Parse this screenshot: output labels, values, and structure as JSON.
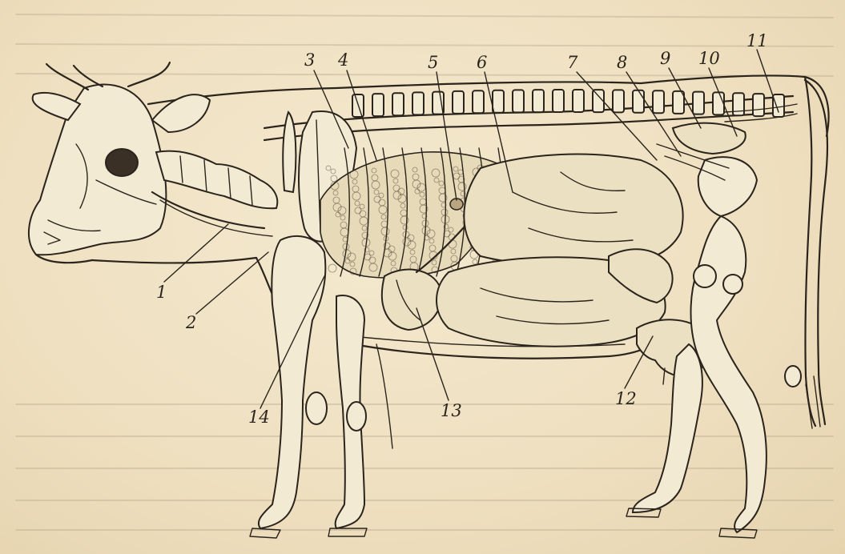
{
  "figure": {
    "labels": [
      {
        "id": "label-1",
        "text": "1"
      },
      {
        "id": "label-2",
        "text": "2"
      },
      {
        "id": "label-3",
        "text": "3"
      },
      {
        "id": "label-4",
        "text": "4"
      },
      {
        "id": "label-5",
        "text": "5"
      },
      {
        "id": "label-6",
        "text": "6"
      },
      {
        "id": "label-7",
        "text": "7"
      },
      {
        "id": "label-8",
        "text": "8"
      },
      {
        "id": "label-9",
        "text": "9"
      },
      {
        "id": "label-10",
        "text": "10"
      },
      {
        "id": "label-11",
        "text": "11"
      },
      {
        "id": "label-12",
        "text": "12"
      },
      {
        "id": "label-13",
        "text": "13"
      },
      {
        "id": "label-14",
        "text": "14"
      }
    ]
  },
  "colors": {
    "paper": "#efe2c4",
    "ink": "#2a241c",
    "bleed_text": "#bcae90"
  }
}
